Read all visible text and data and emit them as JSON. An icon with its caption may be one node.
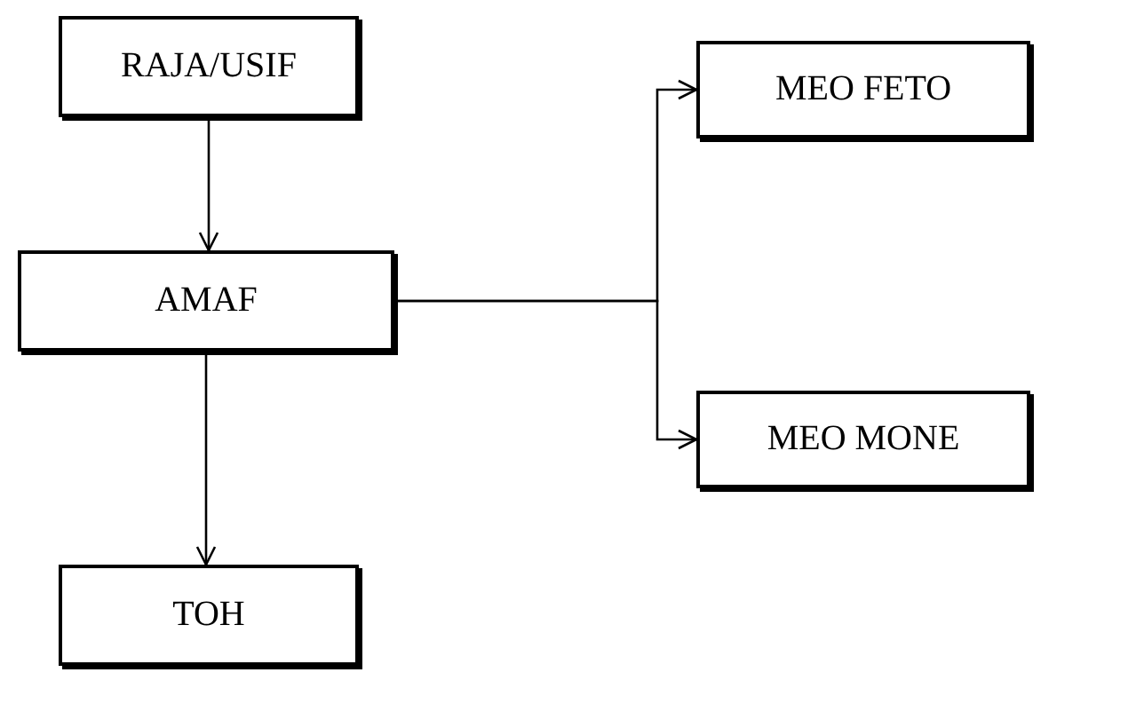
{
  "diagram": {
    "nodes": [
      {
        "text": [
          "RAJA/USIF"
        ]
      },
      {
        "text": [
          "AMAF"
        ]
      },
      {
        "text": [
          "MEO FETO"
        ]
      },
      {
        "text": [
          "MEO MONE"
        ]
      },
      {
        "text": [
          "TOH"
        ]
      }
    ],
    "edges": [
      {
        "from": 0,
        "to": 1,
        "arrow": "to"
      },
      {
        "from": 1,
        "to": 2,
        "arrow": "to"
      },
      {
        "from": 1,
        "to": 3,
        "arrow": "to"
      },
      {
        "from": 1,
        "to": 4,
        "arrow": "to"
      }
    ]
  }
}
